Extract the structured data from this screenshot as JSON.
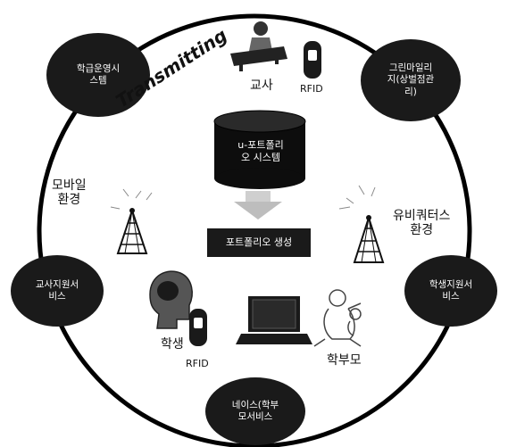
{
  "nodes": {
    "learning_ops": "학급운영시\n스템",
    "green_mobile": "그린마일리\n지(상벌점관\n리)",
    "teacher_support": "교사지원서\n비스",
    "student_support": "학생지원서\n비스",
    "neis": "네이스(학부\n모서비스"
  },
  "center": {
    "database": "u-포트폴리\n오 시스템",
    "generation": "포트폴리오 생성"
  },
  "labels": {
    "transmitting": "Transmitting",
    "teacher": "교사",
    "rfid_top": "RFID",
    "mobile_env": "모바일\n환경",
    "ubiquitous_env": "유비쿼터스\n환경",
    "student": "학생",
    "rfid_bottom": "RFID",
    "parent": "학부모"
  },
  "icons": {
    "teacher": "teacher-at-desk-icon",
    "rfid": "rfid-reader-icon",
    "tower": "antenna-tower-icon",
    "student": "student-head-icon",
    "laptop": "laptop-icon",
    "parent": "parent-with-child-icon",
    "database": "database-cylinder-icon",
    "arrow": "down-arrow-icon"
  },
  "colors": {
    "node_fill": "#1a1a1a",
    "ring": "#000000",
    "box": "#1a1a1a",
    "arrow": "#bdbdbd"
  }
}
